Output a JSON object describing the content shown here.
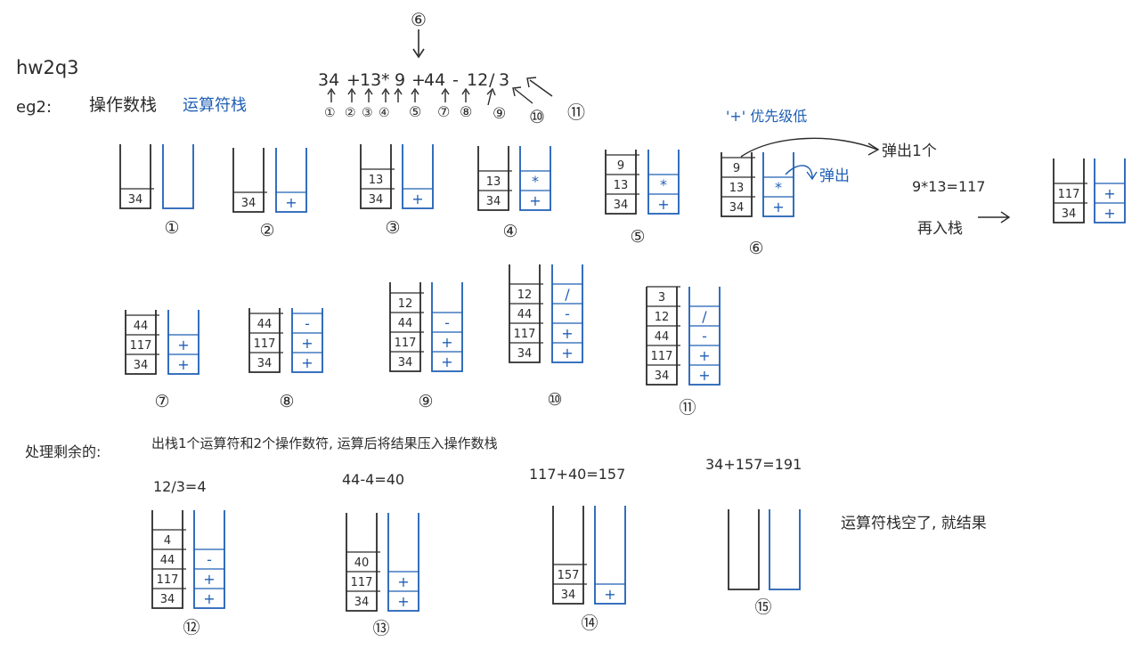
{
  "header": {
    "title": "hw2q3",
    "example": "eg2:"
  },
  "legend": {
    "operand_stack": "操作数栈",
    "operator_stack": "运算符栈"
  },
  "expression": {
    "tokens": [
      "34",
      "+",
      "13",
      "*",
      "9",
      "+",
      "44",
      "-",
      "12",
      "/",
      "3"
    ],
    "token_step_labels": [
      "①",
      "②",
      "③",
      "④",
      "⑤",
      "⑦",
      "⑧",
      "⑨",
      "⑩"
    ],
    "marker_above": "⑥",
    "end_marker": "⑪"
  },
  "notes": {
    "priority": "'+' 优先级低",
    "pop": "弹出",
    "pop_one": "弹出1个",
    "calc": "9*13=117",
    "push_again": "再入栈",
    "remaining_heading": "处理剩余的:",
    "remaining_desc": "出栈1个运算符和2个操作数符, 运算后将结果压入操作数栈",
    "empty_done": "运算符栈空了, 就结果"
  },
  "calculations": [
    {
      "text": "12/3=4"
    },
    {
      "text": "44-4=40"
    },
    {
      "text": "117+40=157"
    },
    {
      "text": "34+157=191"
    }
  ],
  "colors": {
    "ink": "#2b2b2b",
    "blue": "#1f5fb5"
  },
  "steps": [
    {
      "label": "①",
      "operands": [
        "34"
      ],
      "operators": []
    },
    {
      "label": "②",
      "operands": [
        "34"
      ],
      "operators": [
        "+"
      ]
    },
    {
      "label": "③",
      "operands": [
        "34",
        "13"
      ],
      "operators": [
        "+"
      ]
    },
    {
      "label": "④",
      "operands": [
        "34",
        "13"
      ],
      "operators": [
        "+",
        "*"
      ]
    },
    {
      "label": "⑤",
      "operands": [
        "34",
        "13",
        "9"
      ],
      "operators": [
        "+",
        "*"
      ]
    },
    {
      "label": "⑥",
      "operands": [
        "34",
        "13",
        "9"
      ],
      "operators": [
        "+",
        "*"
      ]
    },
    {
      "label": "",
      "operands": [
        "34",
        "117"
      ],
      "operators": [
        "+",
        "+"
      ]
    },
    {
      "label": "⑦",
      "operands": [
        "34",
        "117",
        "44"
      ],
      "operators": [
        "+",
        "+"
      ]
    },
    {
      "label": "⑧",
      "operands": [
        "34",
        "117",
        "44"
      ],
      "operators": [
        "+",
        "+",
        "-"
      ]
    },
    {
      "label": "⑨",
      "operands": [
        "34",
        "117",
        "44",
        "12"
      ],
      "operators": [
        "+",
        "+",
        "-"
      ]
    },
    {
      "label": "⑩",
      "operands": [
        "34",
        "117",
        "44",
        "12"
      ],
      "operators": [
        "+",
        "+",
        "-",
        "/"
      ]
    },
    {
      "label": "⑪",
      "operands": [
        "34",
        "117",
        "44",
        "12",
        "3"
      ],
      "operators": [
        "+",
        "+",
        "-",
        "/"
      ]
    },
    {
      "label": "⑫",
      "operands": [
        "34",
        "117",
        "44",
        "4"
      ],
      "operators": [
        "+",
        "+",
        "-"
      ]
    },
    {
      "label": "⑬",
      "operands": [
        "34",
        "117",
        "40"
      ],
      "operators": [
        "+",
        "+"
      ]
    },
    {
      "label": "⑭",
      "operands": [
        "34",
        "157"
      ],
      "operators": [
        "+"
      ]
    },
    {
      "label": "⑮",
      "operands": [],
      "operators": []
    }
  ]
}
